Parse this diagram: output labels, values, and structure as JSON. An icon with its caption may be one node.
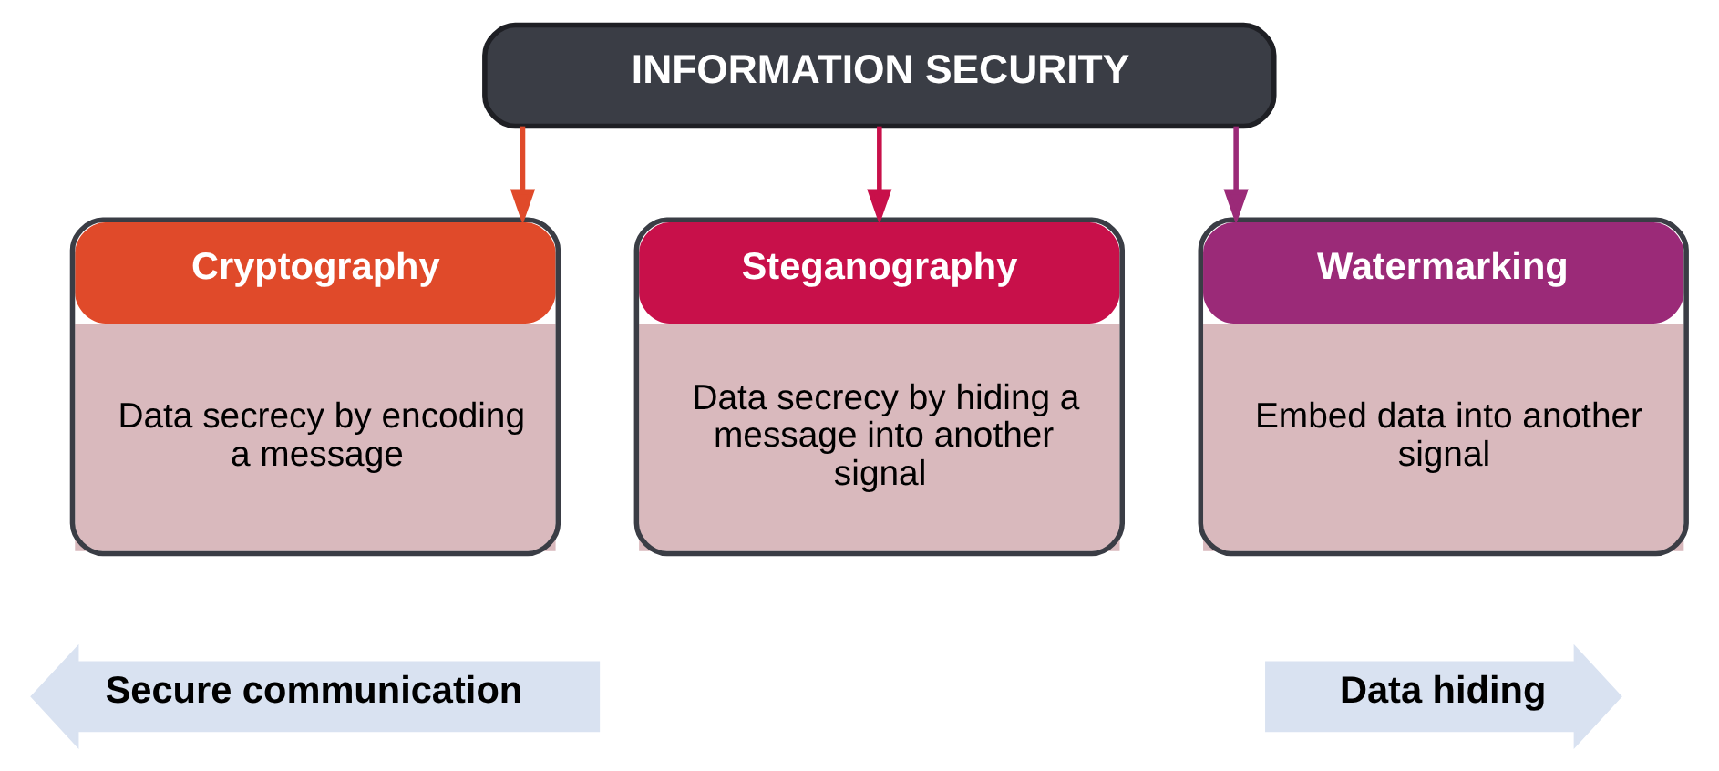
{
  "diagram": {
    "nodes": [
      {
        "text": [
          "INFORMATION SECURITY"
        ]
      },
      {
        "text": [
          "Cryptography",
          "Data secrecy by encoding a message"
        ]
      },
      {
        "text": [
          "Steganography",
          "Data secrecy by hiding a message into another signal"
        ]
      },
      {
        "text": [
          "Watermarking",
          "Embed data into another signal"
        ]
      },
      {
        "text": [
          "Secure communication"
        ]
      },
      {
        "text": [
          "Data hiding"
        ]
      }
    ],
    "edges": [
      {
        "from": 0,
        "to": 1,
        "arrow": "to",
        "color": "#e04a2a"
      },
      {
        "from": 0,
        "to": 2,
        "arrow": "to",
        "color": "#c8104a"
      },
      {
        "from": 0,
        "to": 3,
        "arrow": "to",
        "color": "#9b2a78"
      }
    ]
  }
}
